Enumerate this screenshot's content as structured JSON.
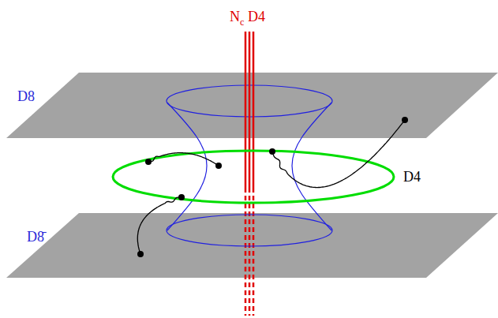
{
  "diagram": {
    "labels": [
      "N",
      "c",
      "D4",
      "D8",
      "D8̄",
      "D4"
    ]
  }
}
